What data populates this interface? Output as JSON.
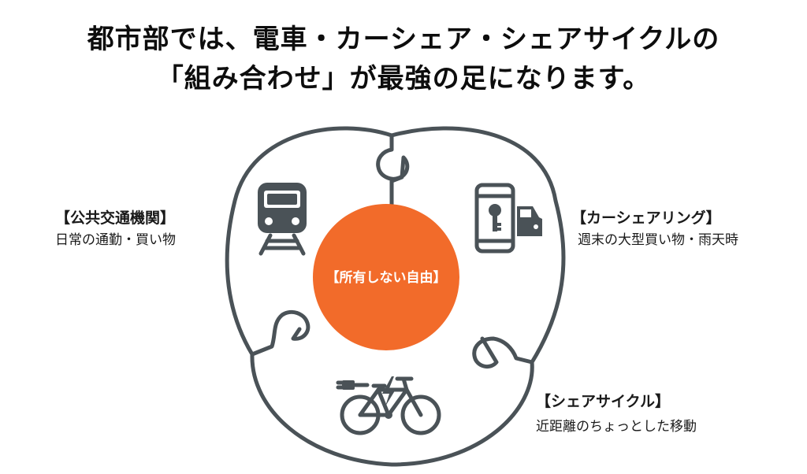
{
  "headline": {
    "line1": "都市部では、電車・カーシェア・シェアサイクルの",
    "line2": "「組み合わせ」が最強の足になります。"
  },
  "center": {
    "label": "【所有しない自由】",
    "color": "#F26B2A"
  },
  "categories": {
    "transit": {
      "title": "【公共交通機関】",
      "description": "日常の通勤・買い物",
      "icon": "train-icon"
    },
    "car_share": {
      "title": "【カーシェアリング】",
      "description": "週末の大型買い物・雨天時",
      "icon": "smartphone-key-car-icon"
    },
    "share_cycle": {
      "title": "【シェアサイクル】",
      "description": "近距離のちょっとした移動",
      "icon": "electric-bicycle-icon"
    }
  },
  "colors": {
    "outline": "#4A5257",
    "accent": "#F26B2A",
    "text": "#111111"
  }
}
